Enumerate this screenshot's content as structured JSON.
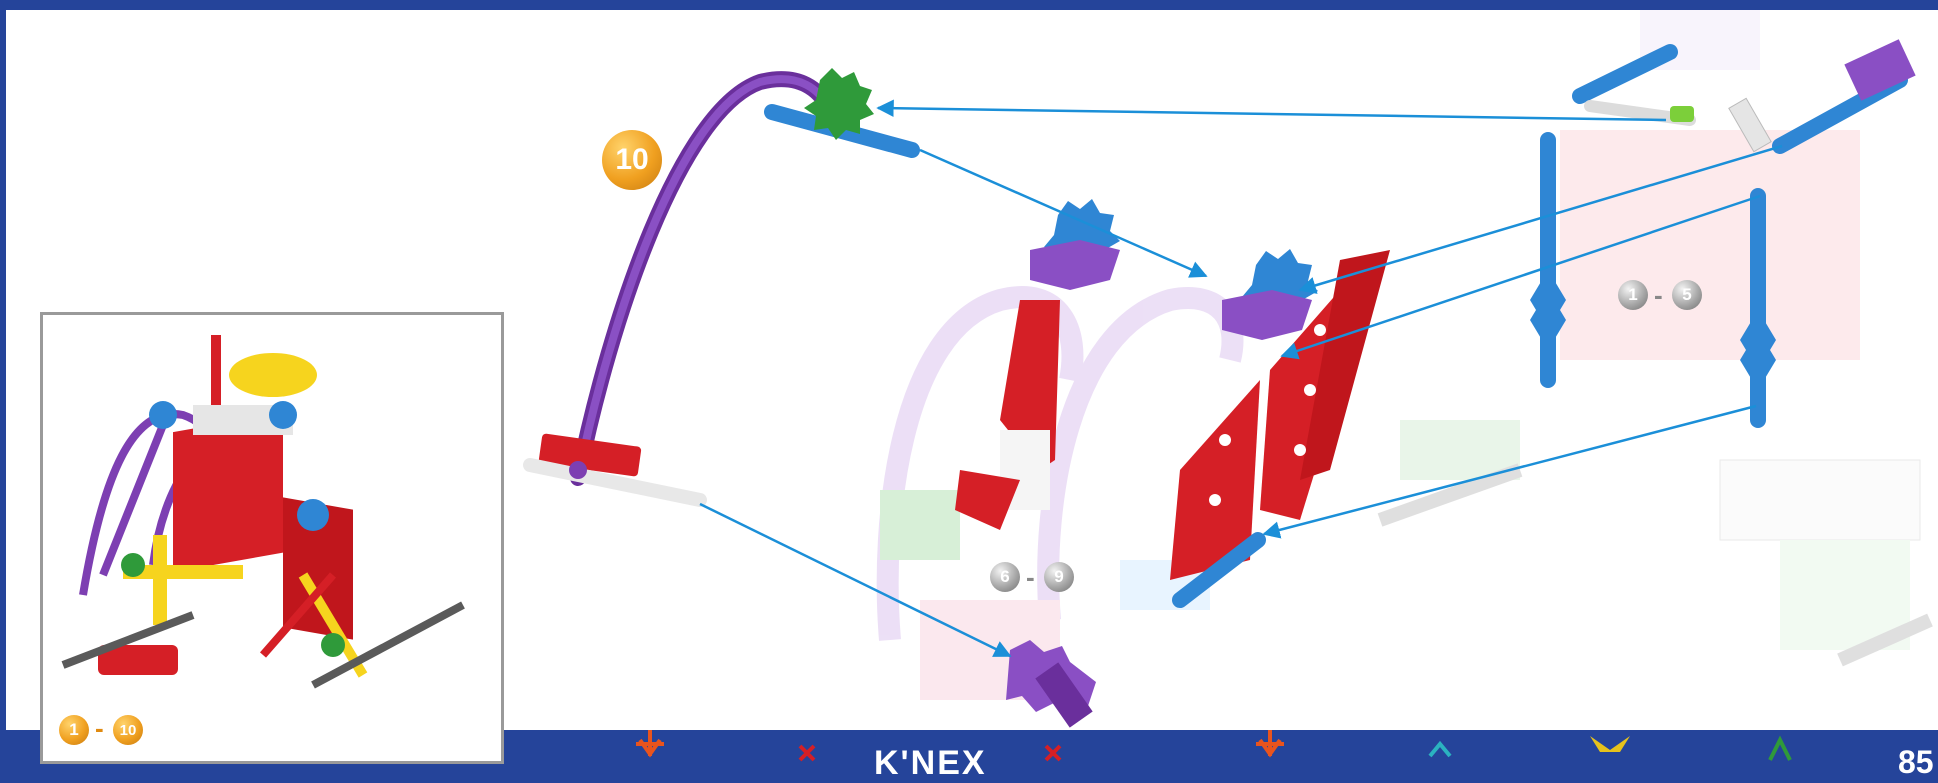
{
  "step": {
    "number": "10"
  },
  "subassemblies": {
    "group_a": {
      "from": "1",
      "to": "5",
      "separator": "-"
    },
    "group_b": {
      "from": "6",
      "to": "9",
      "separator": "-"
    }
  },
  "inset": {
    "range_from": "1",
    "range_to": "10",
    "separator": "-"
  },
  "footer": {
    "logo_text": "K'NEX",
    "page_number": "85"
  },
  "colors": {
    "frame_blue": "#25449a",
    "arrow_blue": "#1b8fd8",
    "rod_purple": "#7d3fb2",
    "rod_blue": "#2f86d4",
    "panel_red": "#d51f26",
    "connector_green": "#2f9a3a",
    "badge_orange": "#f0a020",
    "badge_gray": "#a8a8a8"
  }
}
